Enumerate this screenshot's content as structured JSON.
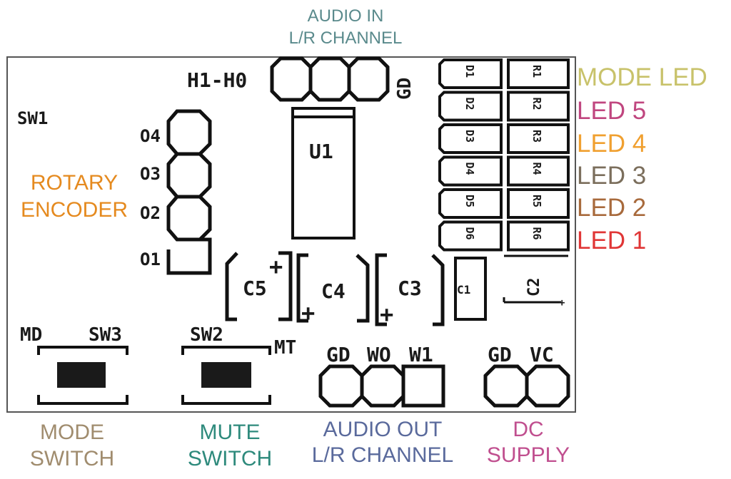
{
  "pcb": {
    "silkscreen": {
      "sw1": "SW1",
      "header_h": "H1-H0",
      "header_gd": "GD",
      "u1": "U1",
      "encoder_pins": [
        "O4",
        "O3",
        "O2",
        "O1"
      ],
      "leds": [
        "D1",
        "D2",
        "D3",
        "D4",
        "D5",
        "D6"
      ],
      "resistors": [
        "R1",
        "R2",
        "R3",
        "R4",
        "R5",
        "R6"
      ],
      "c5": "C5",
      "c4": "C4",
      "c3": "C3",
      "c1": "C1",
      "c2": "C2",
      "plus": "+",
      "md": "MD",
      "sw3": "SW3",
      "sw2": "SW2",
      "mt": "MT",
      "audio_out_pins": [
        "GD",
        "WO",
        "W1"
      ],
      "dc_pins": [
        "GD",
        "VC"
      ]
    },
    "callouts": {
      "audio_in": [
        "AUDIO IN",
        "L/R CHANNEL"
      ],
      "rotary": [
        "ROTARY",
        "ENCODER"
      ],
      "mode_led": "MODE LED",
      "led5": "LED 5",
      "led4": "LED 4",
      "led3": "LED 3",
      "led2": "LED 2",
      "led1": "LED 1",
      "mode_switch": [
        "MODE",
        "SWITCH"
      ],
      "mute_switch": [
        "MUTE",
        "SWITCH"
      ],
      "audio_out": [
        "AUDIO OUT",
        "L/R CHANNEL"
      ],
      "dc_supply": [
        "DC",
        "SUPPLY"
      ]
    },
    "colors": {
      "audio_in": "#5a8a8c",
      "rotary": "#e58a1f",
      "mode_led": "#c8c26a",
      "led5": "#c0467f",
      "led4": "#f0a030",
      "led3": "#7b6e5c",
      "led2": "#a86a3c",
      "led1": "#e03636",
      "mode_switch": "#a08c6e",
      "mute_switch": "#2e8a7c",
      "audio_out": "#5a6a9c",
      "dc_supply": "#c04f8f"
    }
  }
}
